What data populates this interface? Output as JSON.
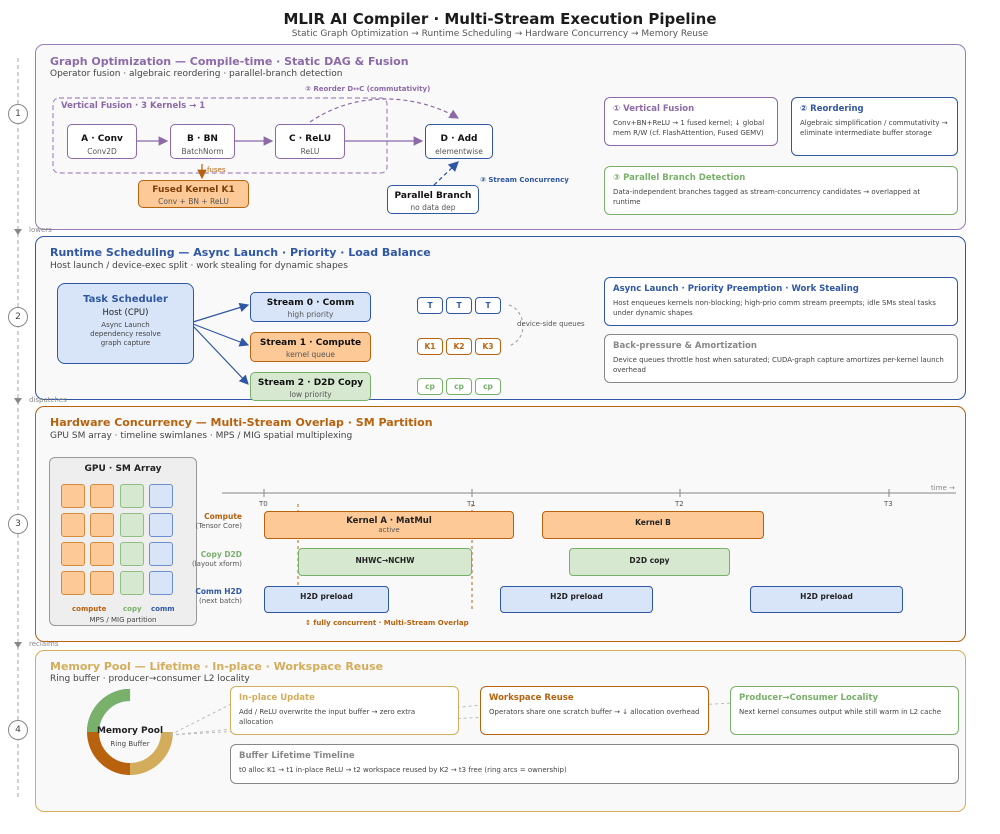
{
  "header": {
    "title": "MLIR AI Compiler · Multi-Stream Execution Pipeline",
    "subtitle": "Static Graph Optimization → Runtime Scheduling → Hardware Concurrency → Memory Reuse"
  },
  "steps": [
    "1",
    "2",
    "3",
    "4"
  ],
  "transitions": [
    "lowers",
    "dispatches",
    "reclaims"
  ],
  "colors": {
    "purple": "#8c6aa8",
    "blue": "#2f57a4",
    "orange": "#b8620e",
    "gold": "#d3ad5c",
    "green": "#79b06a",
    "grey": "#888888"
  },
  "panel1": {
    "title": "Graph Optimization — Compile-time · Static DAG & Fusion",
    "subtitle": "Operator fusion · algebraic reordering · parallel-branch detection",
    "fusion_group": "Vertical Fusion · 3 Kernels → 1",
    "reorder_label": "② Reorder D↔C (commutativity)",
    "nodes": [
      {
        "title": "A · Conv",
        "sub": "Conv2D"
      },
      {
        "title": "B · BN",
        "sub": "BatchNorm"
      },
      {
        "title": "C · ReLU",
        "sub": "ReLU"
      },
      {
        "title": "D · Add",
        "sub": "elementwise"
      }
    ],
    "fuses_label": "fuses",
    "fused": {
      "title": "Fused Kernel K1",
      "sub": "Conv + BN + ReLU"
    },
    "branch": {
      "title": "Parallel Branch",
      "sub": "no data dep"
    },
    "stream_label": "③ Stream Concurrency",
    "cards": [
      {
        "title": "① Vertical Fusion",
        "desc": "Conv+BN+ReLU → 1 fused kernel; ↓ global mem R/W (cf. FlashAttention, Fused GEMV)"
      },
      {
        "title": "② Reordering",
        "desc": "Algebraic simplification / commutativity → eliminate intermediate buffer storage"
      },
      {
        "title": "③ Parallel Branch Detection",
        "desc": "Data-independent branches tagged as stream-concurrency candidates → overlapped at runtime"
      }
    ]
  },
  "panel2": {
    "title": "Runtime Scheduling — Async Launch · Priority · Load Balance",
    "subtitle": "Host launch / device-exec split · work stealing for dynamic shapes",
    "scheduler": {
      "title": "Task Scheduler",
      "host": "Host (CPU)",
      "lines": [
        "Async Launch",
        "dependency resolve",
        "graph capture"
      ]
    },
    "streams": [
      {
        "title": "Stream 0 · Comm",
        "sub": "high priority",
        "chips": [
          "T",
          "T",
          "T"
        ]
      },
      {
        "title": "Stream 1 · Compute",
        "sub": "kernel queue",
        "chips": [
          "K1",
          "K2",
          "K3"
        ]
      },
      {
        "title": "Stream 2 · D2D Copy",
        "sub": "low priority",
        "chips": [
          "cp",
          "cp",
          "cp"
        ]
      }
    ],
    "queues_label": "device-side queues",
    "cards": [
      {
        "title": "Async Launch · Priority Preemption · Work Stealing",
        "desc": "Host enqueues kernels non-blocking; high-prio comm stream preempts; idle SMs steal tasks under dynamic shapes"
      },
      {
        "title": "Back-pressure & Amortization",
        "desc": "Device queues throttle host when saturated; CUDA-graph capture amortizes per-kernel launch overhead"
      }
    ]
  },
  "panel3": {
    "title": "Hardware Concurrency — Multi-Stream Overlap · SM Partition",
    "subtitle": "GPU SM array · timeline swimlanes · MPS / MIG spatial multiplexing",
    "gpu": {
      "title": "GPU · SM Array",
      "legend": [
        "compute",
        "copy",
        "comm"
      ],
      "footer": "MPS / MIG partition"
    },
    "time_label": "time →",
    "ticks": [
      "T0",
      "T1",
      "T2",
      "T3"
    ],
    "lanes": [
      {
        "name": "Compute",
        "sub": "(Tensor Core)"
      },
      {
        "name": "Copy D2D",
        "sub": "(layout xform)"
      },
      {
        "name": "Comm H2D",
        "sub": "(next batch)"
      }
    ],
    "bars": {
      "kernelA": {
        "title": "Kernel A · MatMul",
        "sub": "active"
      },
      "kernelB": {
        "title": "Kernel B"
      },
      "copy1": {
        "title": "NHWC→NCHW"
      },
      "copy2": {
        "title": "D2D copy"
      },
      "h2d": [
        "H2D preload",
        "H2D preload",
        "H2D preload"
      ]
    },
    "overlap_label": "↕ fully concurrent · Multi-Stream Overlap"
  },
  "panel4": {
    "title": "Memory Pool — Lifetime · In-place · Workspace Reuse",
    "subtitle": "Ring buffer · producer→consumer L2 locality",
    "pool": {
      "title": "Memory Pool",
      "sub": "Ring Buffer"
    },
    "cards": [
      {
        "title": "In-place Update",
        "desc": "Add / ReLU overwrite the input buffer → zero extra allocation"
      },
      {
        "title": "Workspace Reuse",
        "desc": "Operators share one scratch buffer → ↓ allocation overhead"
      },
      {
        "title": "Producer→Consumer Locality",
        "desc": "Next kernel consumes output while still warm in L2 cache"
      }
    ],
    "timeline": {
      "title": "Buffer Lifetime Timeline",
      "desc": "t0 alloc K1 → t1 in-place ReLU → t2 workspace reused by K2 → t3 free (ring arcs = ownership)"
    }
  }
}
